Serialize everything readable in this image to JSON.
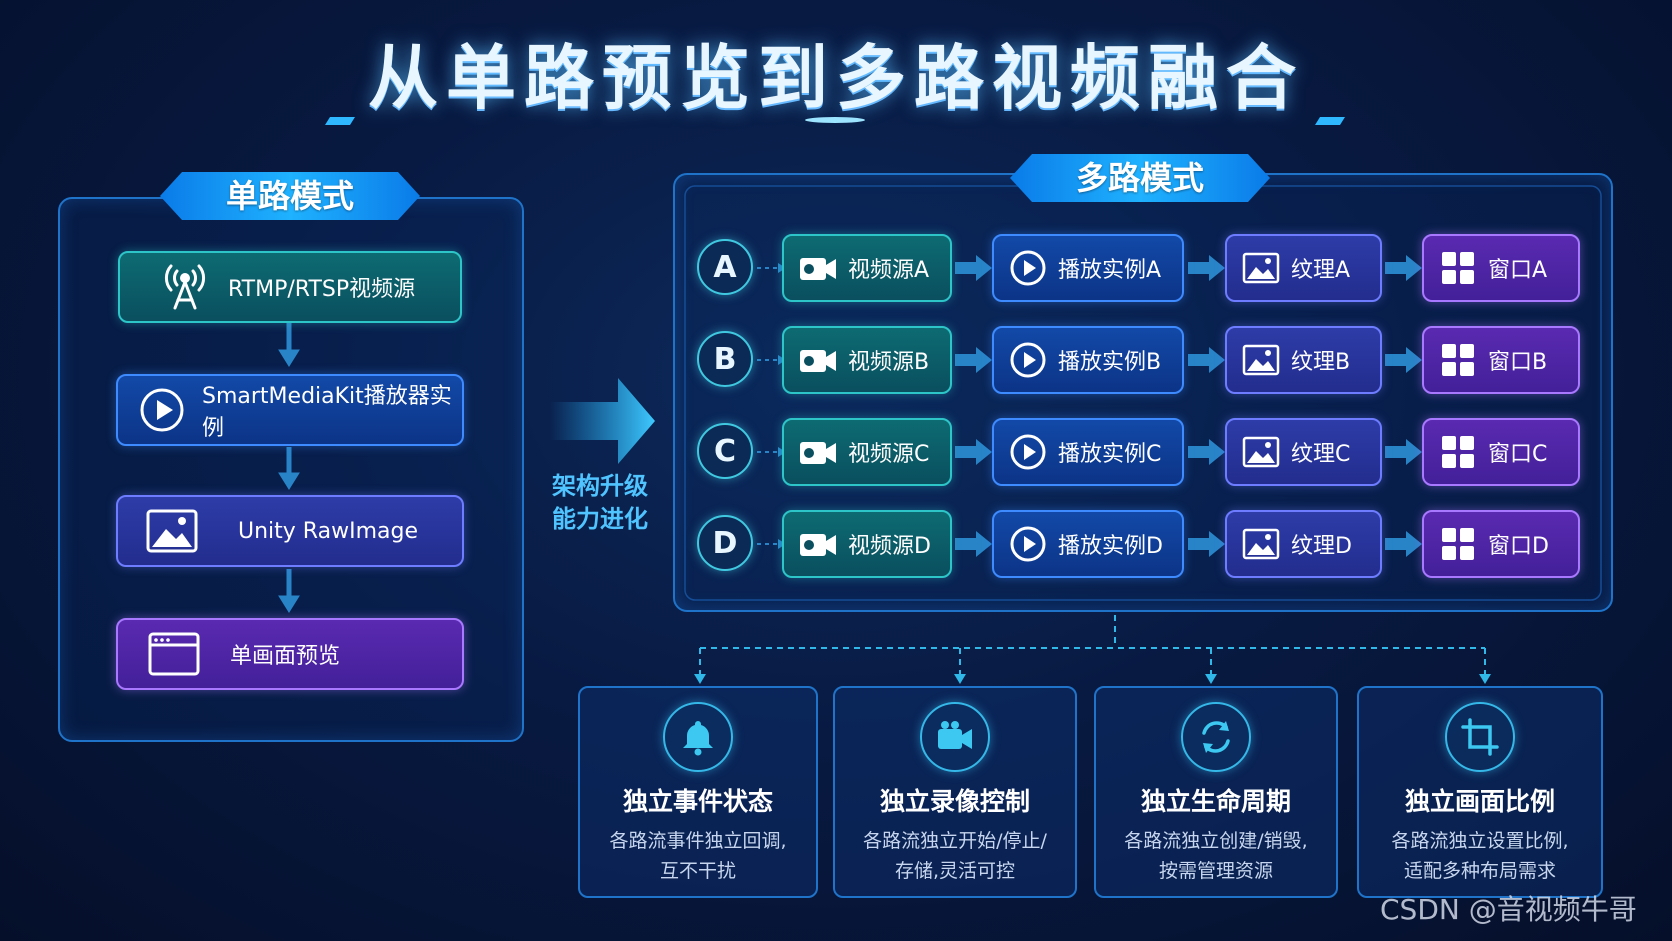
{
  "title": "从单路预览到多路视频融合",
  "single": {
    "tag": "单路模式",
    "steps": [
      {
        "label": "RTMP/RTSP视频源",
        "icon": "antenna-icon"
      },
      {
        "label": "SmartMediaKit播放器实例",
        "icon": "play-icon"
      },
      {
        "label": "Unity RawImage",
        "icon": "image-icon"
      },
      {
        "label": "单画面预览",
        "icon": "window-icon"
      }
    ]
  },
  "evolution": {
    "line1": "架构升级",
    "line2": "能力进化"
  },
  "multi": {
    "tag": "多路模式",
    "rows": [
      {
        "id": "A",
        "source": "视频源A",
        "player": "播放实例A",
        "texture": "纹理A",
        "window": "窗口A"
      },
      {
        "id": "B",
        "source": "视频源B",
        "player": "播放实例B",
        "texture": "纹理B",
        "window": "窗口B"
      },
      {
        "id": "C",
        "source": "视频源C",
        "player": "播放实例C",
        "texture": "纹理C",
        "window": "窗口C"
      },
      {
        "id": "D",
        "source": "视频源D",
        "player": "播放实例D",
        "texture": "纹理D",
        "window": "窗口D"
      }
    ]
  },
  "features": [
    {
      "title": "独立事件状态",
      "desc1": "各路流事件独立回调,",
      "desc2": "互不干扰",
      "icon": "bell-icon"
    },
    {
      "title": "独立录像控制",
      "desc1": "各路流独立开始/停止/",
      "desc2": "存储,灵活可控",
      "icon": "video-camera-icon"
    },
    {
      "title": "独立生命周期",
      "desc1": "各路流独立创建/销毁,",
      "desc2": "按需管理资源",
      "icon": "refresh-cycle-icon"
    },
    {
      "title": "独立画面比例",
      "desc1": "各路流独立设置比例,",
      "desc2": "适配多种布局需求",
      "icon": "crop-icon"
    }
  ],
  "watermark": "CSDN @音视频牛哥",
  "colors": {
    "accent": "#1fb2ff",
    "teal": "#2dc5c8",
    "blue": "#3d8bff",
    "indigo": "#6e7dff",
    "purple": "#a878ff"
  }
}
